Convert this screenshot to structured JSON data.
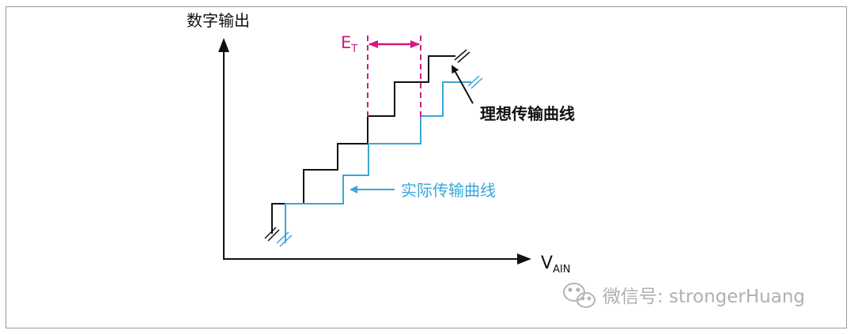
{
  "y_axis_label": "数字输出",
  "x_axis_label": {
    "main": "V",
    "sub": "AIN"
  },
  "error_label": {
    "main": "E",
    "sub": "T"
  },
  "ideal_curve_label": "理想传输曲线",
  "actual_curve_label": "实际传输曲线",
  "watermark": "微信号: strongerHuang",
  "colors": {
    "ideal": "#111111",
    "actual": "#3aa6d8",
    "error": "#d6187f",
    "axis": "#111111",
    "frame": "#9a9a9a",
    "watermark": "#b0b0b0"
  },
  "icons": [
    "axis-arrow-up-icon",
    "axis-arrow-right-icon",
    "wechat-icon"
  ]
}
